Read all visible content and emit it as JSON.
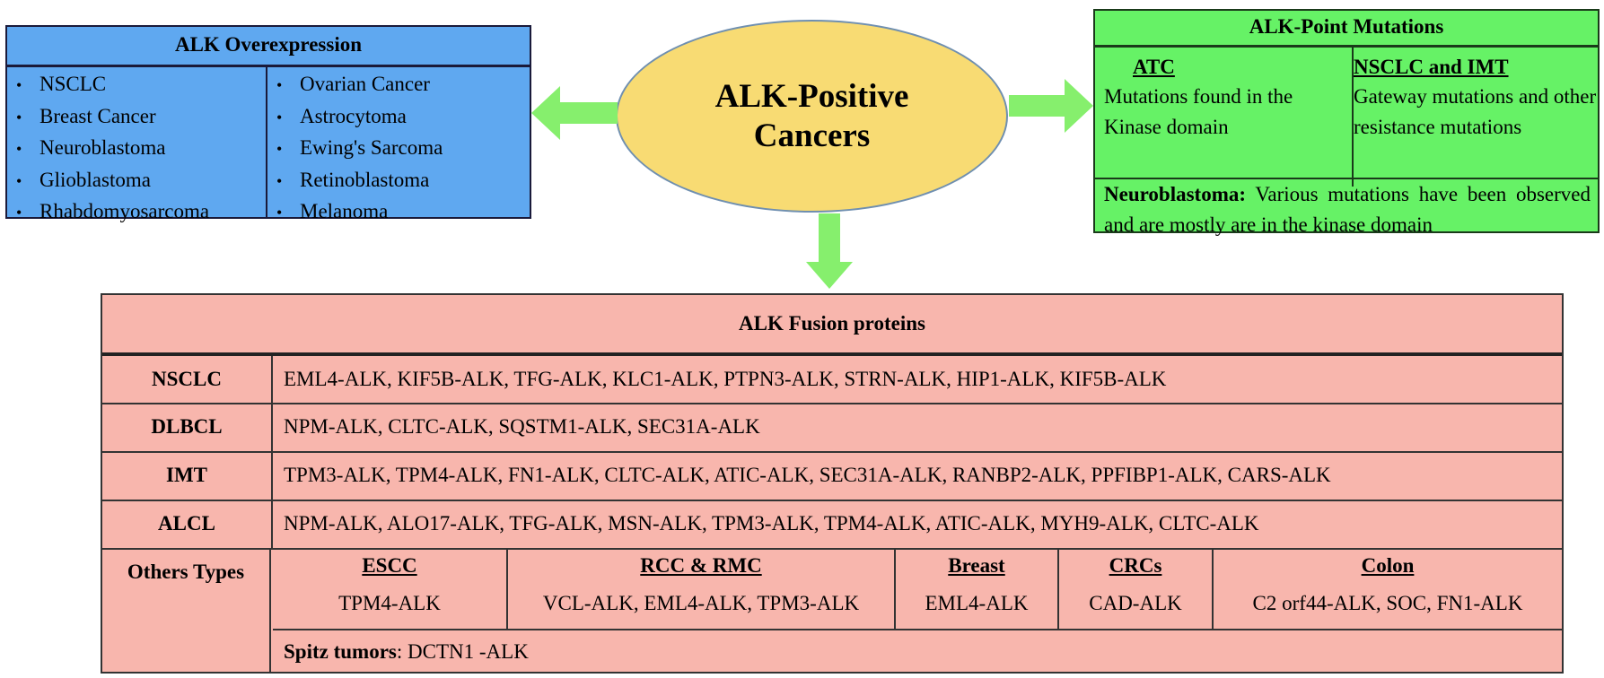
{
  "overexpression": {
    "title": "ALK Overexpression",
    "left_items": [
      "NSCLC",
      "Breast Cancer",
      "Neuroblastoma",
      "Glioblastoma",
      "Rhabdomyosarcoma"
    ],
    "right_items": [
      "Ovarian  Cancer",
      "Astrocytoma",
      "Ewing's  Sarcoma",
      "Retinoblastoma",
      "Melanoma"
    ],
    "bullet": "•",
    "color": "#5fa8f0"
  },
  "center": {
    "title": "ALK-Positive Cancers",
    "color": "#f8db73"
  },
  "point_mutations": {
    "title": "ALK-Point  Mutations",
    "atc_title": "ATC",
    "atc_text": "Mutations  found in the Kinase domain",
    "nsclc_imt_title": "NSCLC and IMT",
    "nsclc_imt_text": "Gateway mutations and other resistance mutations",
    "neuro_title": "Neuroblastoma:",
    "neuro_text": "Various  mutations  have been observed and are mostly  are  in the kinase domain",
    "color": "#66f266"
  },
  "fusion": {
    "title": "ALK Fusion proteins",
    "rows": [
      {
        "label": "NSCLC",
        "value": "EML4-ALK,  KIF5B-ALK,  TFG-ALK,  KLC1-ALK,  PTPN3-ALK,  STRN-ALK,  HIP1-ALK,  KIF5B-ALK"
      },
      {
        "label": "DLBCL",
        "value": "NPM-ALK,  CLTC-ALK,  SQSTM1-ALK,  SEC31A-ALK"
      },
      {
        "label": "IMT",
        "value": "TPM3-ALK,  TPM4-ALK,  FN1-ALK,  CLTC-ALK,  ATIC-ALK,  SEC31A-ALK,  RANBP2-ALK,  PPFIBP1-ALK,  CARS-ALK"
      },
      {
        "label": "ALCL",
        "value": "NPM-ALK, ALO17-ALK,  TFG-ALK,  MSN-ALK,  TPM3-ALK,  TPM4-ALK,  ATIC-ALK,  MYH9-ALK,  CLTC-ALK"
      }
    ],
    "others_label": "Others Types",
    "others": [
      {
        "title": "ESCC",
        "value": "TPM4-ALK"
      },
      {
        "title": "RCC & RMC",
        "value": "VCL-ALK,  EML4-ALK,  TPM3-ALK"
      },
      {
        "title": "Breast",
        "value": "EML4-ALK"
      },
      {
        "title": "CRCs",
        "value": "CAD-ALK"
      },
      {
        "title": "Colon",
        "value": "C2 orf44-ALK,  SOC,  FN1-ALK"
      }
    ],
    "spitz_title": "Spitz tumors",
    "spitz_value": ":  DCTN1 -ALK",
    "color": "#f8b6ad"
  },
  "arrow_color": "#86ef6d"
}
